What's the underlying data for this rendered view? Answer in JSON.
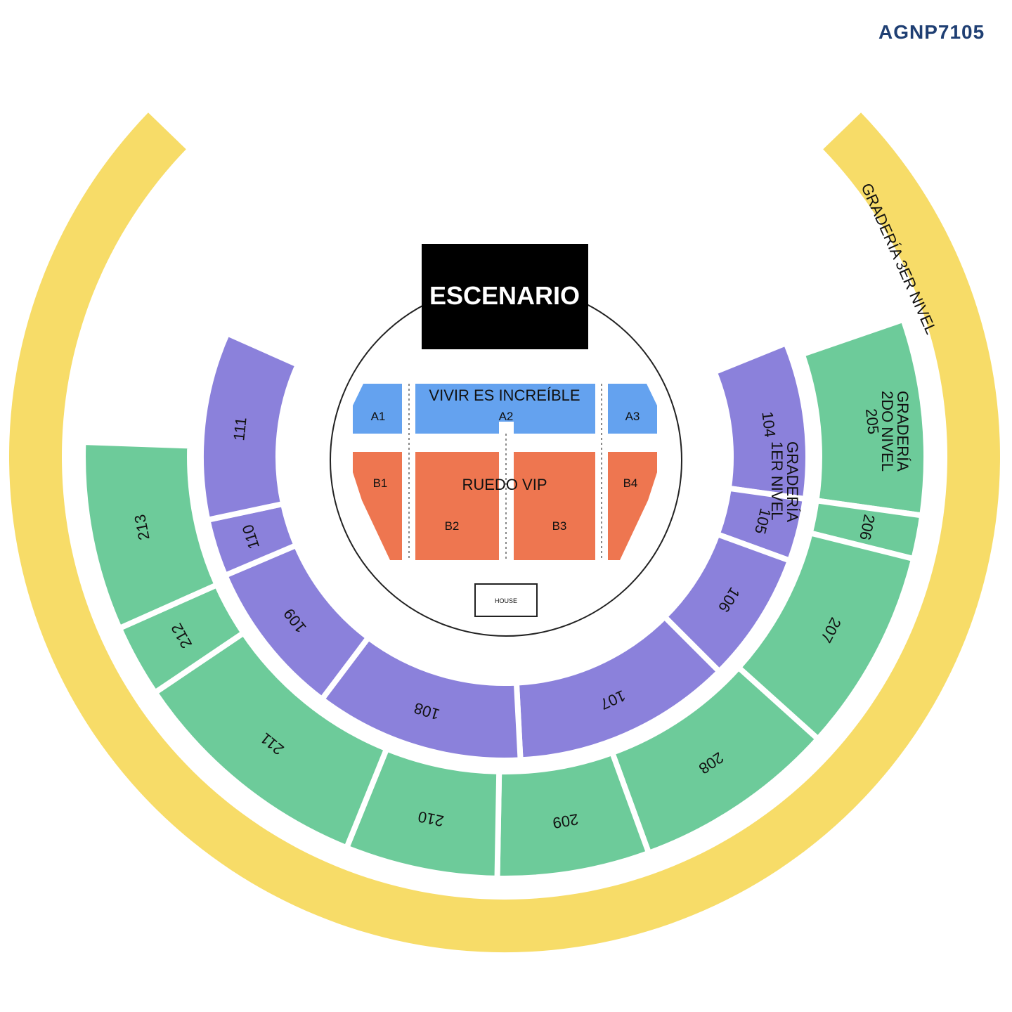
{
  "event_code": "AGNP7105",
  "stage_label": "ESCENARIO",
  "house_label": "HOUSE",
  "colors": {
    "upper_tier": "#f7dc68",
    "second_tier": "#6dcb9a",
    "first_tier": "#8b81db",
    "zone_a": "#64a2ef",
    "ruedo": "#ee7650",
    "stage": "#000000",
    "code_text": "#1f3f73"
  },
  "zones": {
    "upper_tier_label": "GRADERÍA 3ER NIVEL",
    "zone_a_label": "VIVIR ES INCREÍBLE",
    "ruedo_label": "RUEDO VIP",
    "first_tier_label": [
      "GRADERÍA",
      "1ER NIVEL"
    ],
    "second_tier_label": [
      "GRADERÍA",
      "2DO NIVEL"
    ]
  },
  "floor_sections": [
    "A1",
    "A2",
    "A3",
    "B1",
    "B2",
    "B3",
    "B4"
  ],
  "first_tier_sections": [
    "104",
    "105",
    "106",
    "107",
    "108",
    "109",
    "110",
    "111"
  ],
  "second_tier_sections": [
    "205",
    "206",
    "207",
    "208",
    "209",
    "210",
    "211",
    "212",
    "213"
  ]
}
